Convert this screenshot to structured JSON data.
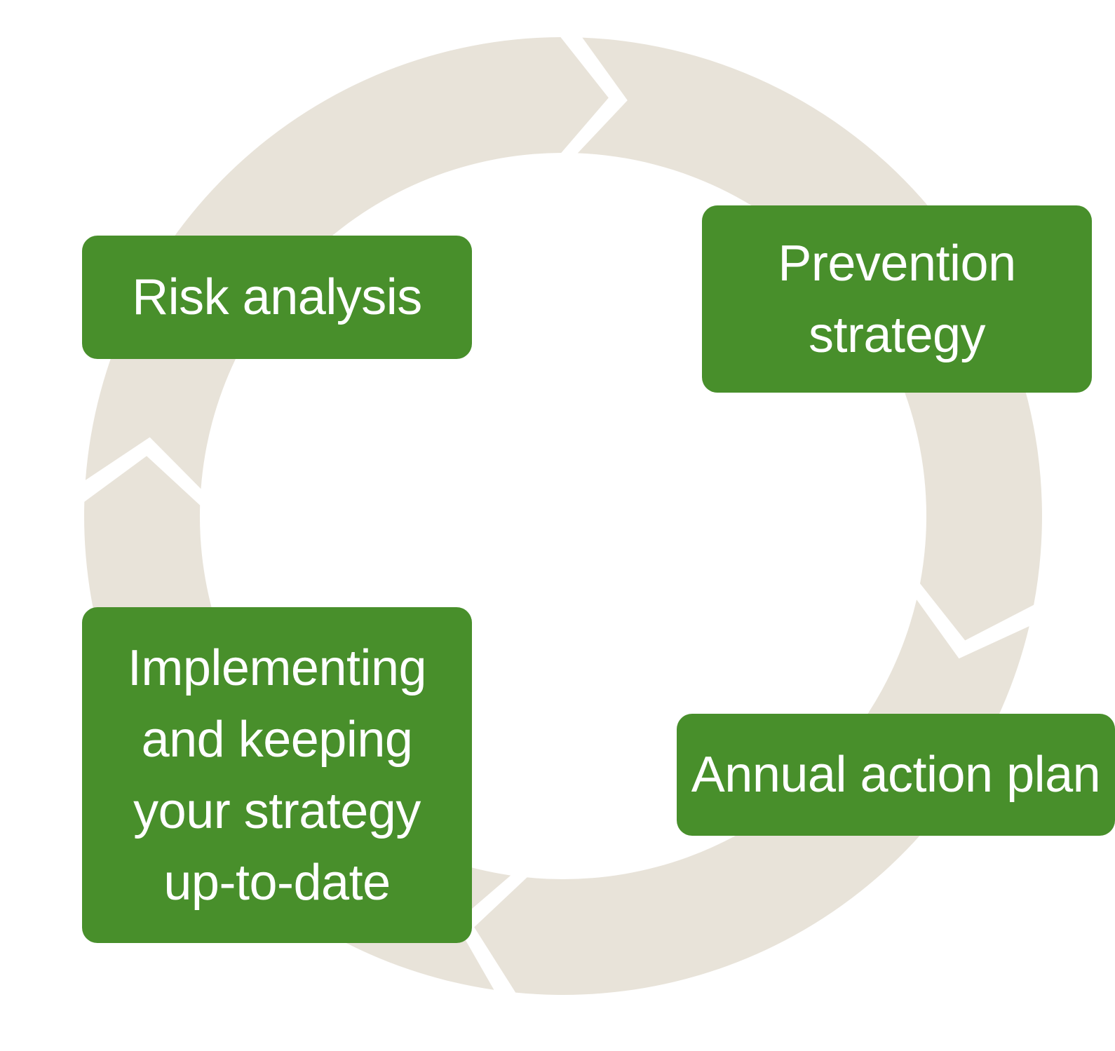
{
  "colors": {
    "ring": "#e8e3d9",
    "stage_fill": "#488f2b",
    "stage_text": "#ffffff",
    "background": "#ffffff"
  },
  "stages": [
    {
      "label": "Risk analysis"
    },
    {
      "label": "Prevention\nstrategy"
    },
    {
      "label": "Annual action plan"
    },
    {
      "label": "Implementing\nand keeping\nyour strategy\nup-to-date"
    }
  ]
}
